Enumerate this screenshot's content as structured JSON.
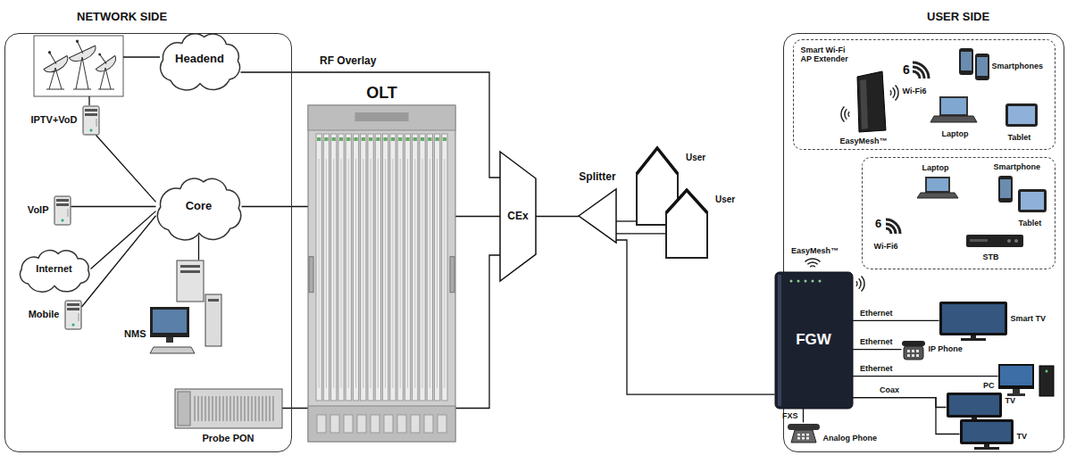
{
  "diagram": {
    "nodes": [
      {
        "text": [
          "NETWORK SIDE"
        ]
      },
      {
        "text": [
          "Headend"
        ],
        "in": 0
      },
      {
        "text": [
          "IPTV+VoD"
        ],
        "in": 0
      },
      {
        "text": [
          "Core"
        ],
        "in": 0
      },
      {
        "text": [
          "VoIP"
        ],
        "in": 0
      },
      {
        "text": [
          "Internet"
        ],
        "in": 0
      },
      {
        "text": [
          "Mobile"
        ],
        "in": 0
      },
      {
        "text": [
          "NMS"
        ],
        "in": 0
      },
      {
        "text": [
          "Probe PON"
        ],
        "in": 0
      },
      {
        "text": [
          "OLT"
        ]
      },
      {
        "text": [
          "CEx"
        ]
      },
      {
        "text": [
          "Splitter"
        ]
      },
      {
        "text": [
          "User"
        ]
      },
      {
        "text": [
          "User"
        ]
      },
      {
        "text": [
          "USER SIDE"
        ]
      },
      {
        "text": [
          "Smart Wi-Fi AP Extender",
          "Wi-Fi6",
          "Smartphones",
          "Laptop",
          "Tablet",
          "EasyMesh™"
        ],
        "in": 14
      },
      {
        "text": [
          "Laptop",
          "Smartphone",
          "Tablet",
          "Wi-Fi6",
          "STB"
        ],
        "in": 14
      },
      {
        "text": [
          "FGW"
        ],
        "in": 14
      },
      {
        "text": [
          "Smart TV"
        ],
        "in": 14
      },
      {
        "text": [
          "IP Phone"
        ],
        "in": 14
      },
      {
        "text": [
          "PC"
        ],
        "in": 14
      },
      {
        "text": [
          "TV"
        ],
        "in": 14
      },
      {
        "text": [
          "TV"
        ],
        "in": 14
      },
      {
        "text": [
          "Analog Phone"
        ],
        "in": 14
      }
    ],
    "edges": [
      {
        "from": 1,
        "to": 10,
        "arrow": "none",
        "label": "RF Overlay"
      },
      {
        "from": 3,
        "to": 2,
        "arrow": "none"
      },
      {
        "from": 3,
        "to": 4,
        "arrow": "none"
      },
      {
        "from": 3,
        "to": 5,
        "arrow": "none"
      },
      {
        "from": 3,
        "to": 6,
        "arrow": "none"
      },
      {
        "from": 3,
        "to": 7,
        "arrow": "none"
      },
      {
        "from": 3,
        "to": 9,
        "arrow": "none"
      },
      {
        "from": 9,
        "to": 10,
        "arrow": "none"
      },
      {
        "from": 8,
        "to": 10,
        "arrow": "none"
      },
      {
        "from": 10,
        "to": 11,
        "arrow": "none"
      },
      {
        "from": 11,
        "to": 12,
        "arrow": "none"
      },
      {
        "from": 11,
        "to": 13,
        "arrow": "none"
      },
      {
        "from": 11,
        "to": 17,
        "arrow": "none"
      },
      {
        "from": 17,
        "to": 18,
        "arrow": "none",
        "label": "Ethernet"
      },
      {
        "from": 17,
        "to": 19,
        "arrow": "none",
        "label": "Ethernet"
      },
      {
        "from": 17,
        "to": 20,
        "arrow": "none",
        "label": "Ethernet"
      },
      {
        "from": 17,
        "to": 21,
        "arrow": "none",
        "label": "Coax"
      },
      {
        "from": 17,
        "to": 22,
        "arrow": "none"
      },
      {
        "from": 17,
        "to": 23,
        "arrow": "none",
        "label": "FXS"
      }
    ],
    "labels": [
      "6",
      "6",
      "EasyMesh™"
    ]
  }
}
